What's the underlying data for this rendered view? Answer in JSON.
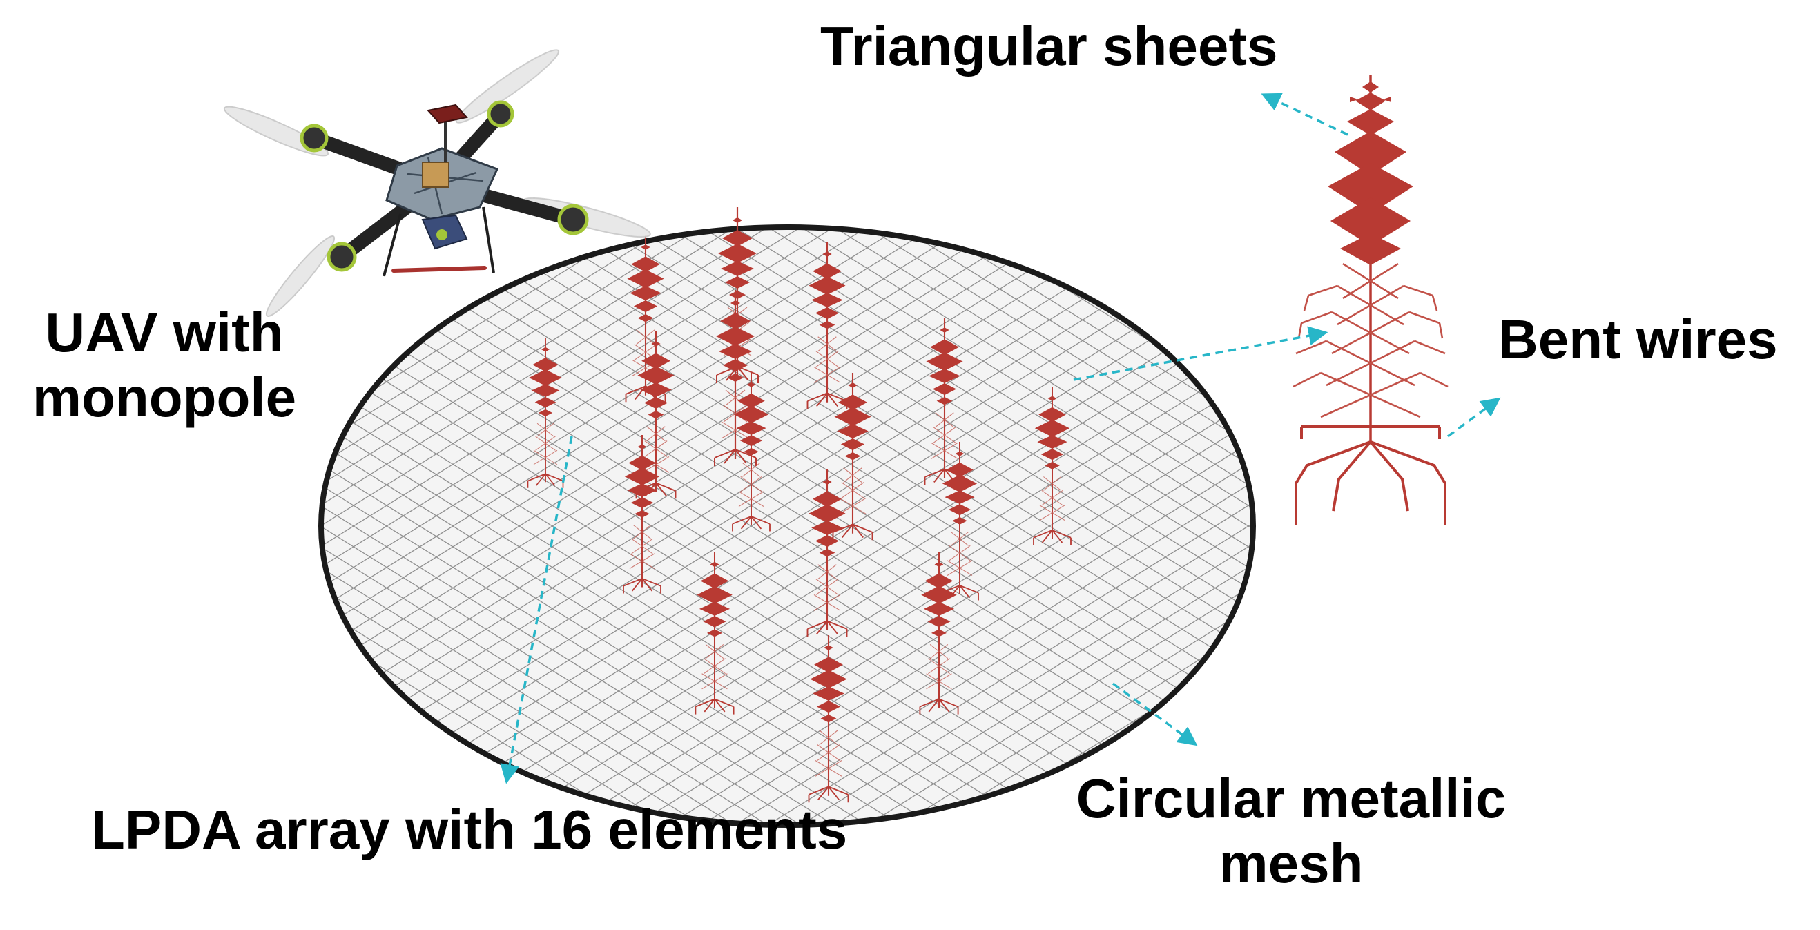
{
  "labels": {
    "triangular_sheets": "Triangular sheets",
    "bent_wires": "Bent wires",
    "uav_line1": "UAV with",
    "uav_line2": "monopole",
    "lpda_array": "LPDA array with 16 elements",
    "mesh_line1": "Circular metallic",
    "mesh_line2": "mesh"
  },
  "colors": {
    "antenna": "#b83a33",
    "arrow": "#27b6c8",
    "mesh_rim": "#1a1a1a",
    "mesh_grid": "#8f8f8f",
    "uav_arm": "#232323",
    "uav_frame": "#8c9aa6",
    "uav_motor_accent": "#a4c639",
    "uav_payload": "#c79a55",
    "uav_leg_bar": "#a8322e"
  },
  "icons": {
    "uav": "quadcopter-drone-icon",
    "element": "lpda-antenna-element-icon",
    "mesh": "circular-mesh-ground-plane"
  },
  "array_element_count": 16
}
